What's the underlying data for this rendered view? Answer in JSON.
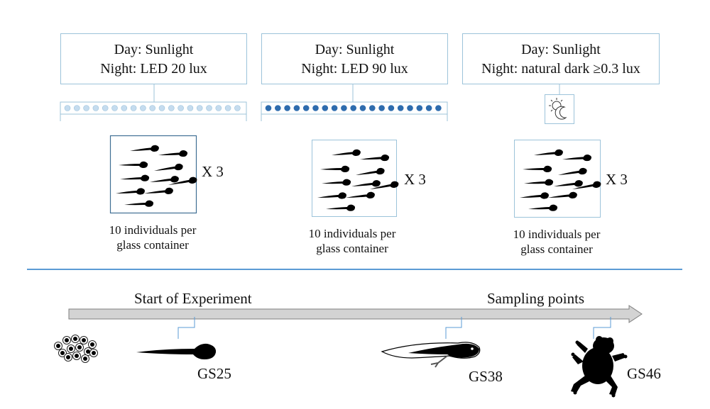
{
  "treatments": [
    {
      "day": "Day: Sunlight",
      "night": "Night: LED 20 lux",
      "light": "led-strip-dim"
    },
    {
      "day": "Day: Sunlight",
      "night": "Night: LED 90 lux",
      "light": "led-strip-bright"
    },
    {
      "day": "Day: Sunlight",
      "night": "Night: natural dark ≥0.3 lux",
      "light": "sun-moon-icon"
    }
  ],
  "replicates": "X 3",
  "container_caption_line1": "10 individuals per",
  "container_caption_line2": "glass container",
  "timeline": {
    "start_label": "Start of Experiment",
    "sampling_label": "Sampling points",
    "stages": [
      "GS25",
      "GS38",
      "GS46"
    ]
  },
  "colors": {
    "box_border": "#9cc3da",
    "led_dim": "#c5dcef",
    "led_bright": "#2e6cae",
    "divider": "#5b9bd5",
    "arrow": "#d3d3d3"
  }
}
